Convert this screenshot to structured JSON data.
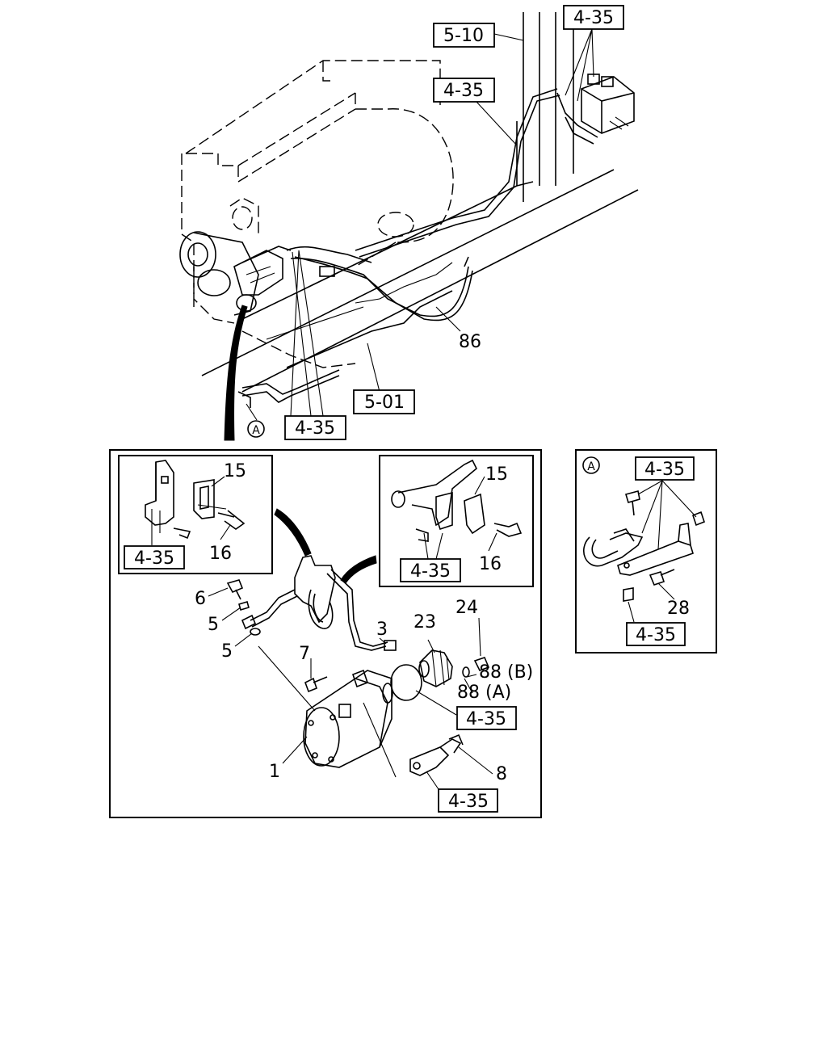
{
  "diagram": {
    "top_refs": {
      "r1": "5-10",
      "r2": "4-35",
      "r3": "4-35",
      "r4": "5-01",
      "r5": "4-35"
    },
    "top_parts": {
      "p86": "86",
      "circle_a": "A"
    },
    "main_detail": {
      "left_inset": {
        "p15": "15",
        "p16": "16",
        "ref": "4-35"
      },
      "right_inset": {
        "p15": "15",
        "p16": "16",
        "ref": "4-35"
      },
      "parts": {
        "p1": "1",
        "p3": "3",
        "p5a": "5",
        "p5b": "5",
        "p6": "6",
        "p7": "7",
        "p8": "8",
        "p23": "23",
        "p24": "24",
        "p88b": "88 (B)",
        "p88a": "88 (A)"
      },
      "refs": {
        "r1": "4-35",
        "r2": "4-35"
      }
    },
    "detail_a": {
      "circle_a": "A",
      "ref_top": "4-35",
      "ref_bottom": "4-35",
      "p28": "28"
    }
  }
}
